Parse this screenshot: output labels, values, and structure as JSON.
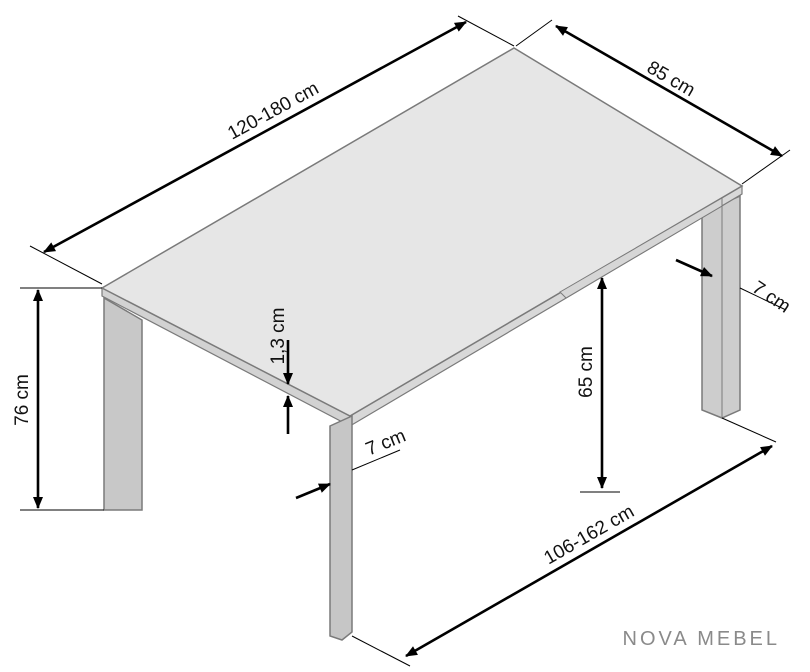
{
  "dimensions": {
    "length": "120-180 cm",
    "width": "85 cm",
    "total_height": "76 cm",
    "top_thickness": "1,3 cm",
    "leg_height": "65 cm",
    "leg_width_front": "7 cm",
    "leg_width_back": "7 cm",
    "leg_span": "106-162 cm"
  },
  "brand": "NOVA MEBEL",
  "colors": {
    "tabletop": "#e6e6e6",
    "leg": "#c8c8c8",
    "outline": "#7a7a7a",
    "dimension": "#000000"
  }
}
